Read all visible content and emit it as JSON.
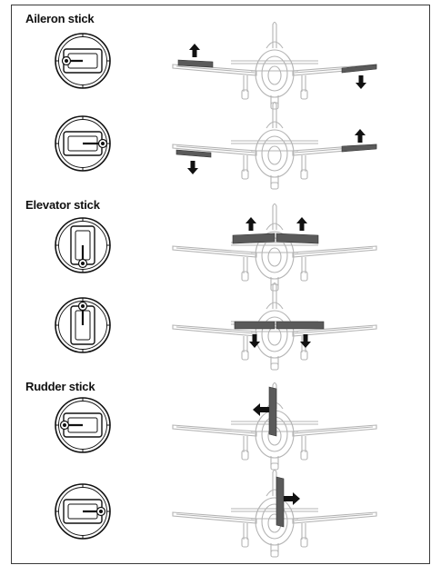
{
  "sections": [
    {
      "title": "Aileron stick"
    },
    {
      "title": "Elevator stick"
    },
    {
      "title": "Rudder stick"
    }
  ],
  "rows": [
    {
      "control": "aileron",
      "stick": "left",
      "surfaces": "left-aileron-up-right-aileron-down"
    },
    {
      "control": "aileron",
      "stick": "right",
      "surfaces": "left-aileron-down-right-aileron-up"
    },
    {
      "control": "elevator",
      "stick": "down",
      "surfaces": "elevator-up"
    },
    {
      "control": "elevator",
      "stick": "up",
      "surfaces": "elevator-down"
    },
    {
      "control": "rudder",
      "stick": "left",
      "surfaces": "rudder-left"
    },
    {
      "control": "rudder",
      "stick": "right",
      "surfaces": "rudder-right"
    }
  ],
  "colors": {
    "outline": "#111111",
    "plane_line": "#b4b4b4",
    "surface": "#5a5a5a",
    "arrow": "#111111"
  }
}
